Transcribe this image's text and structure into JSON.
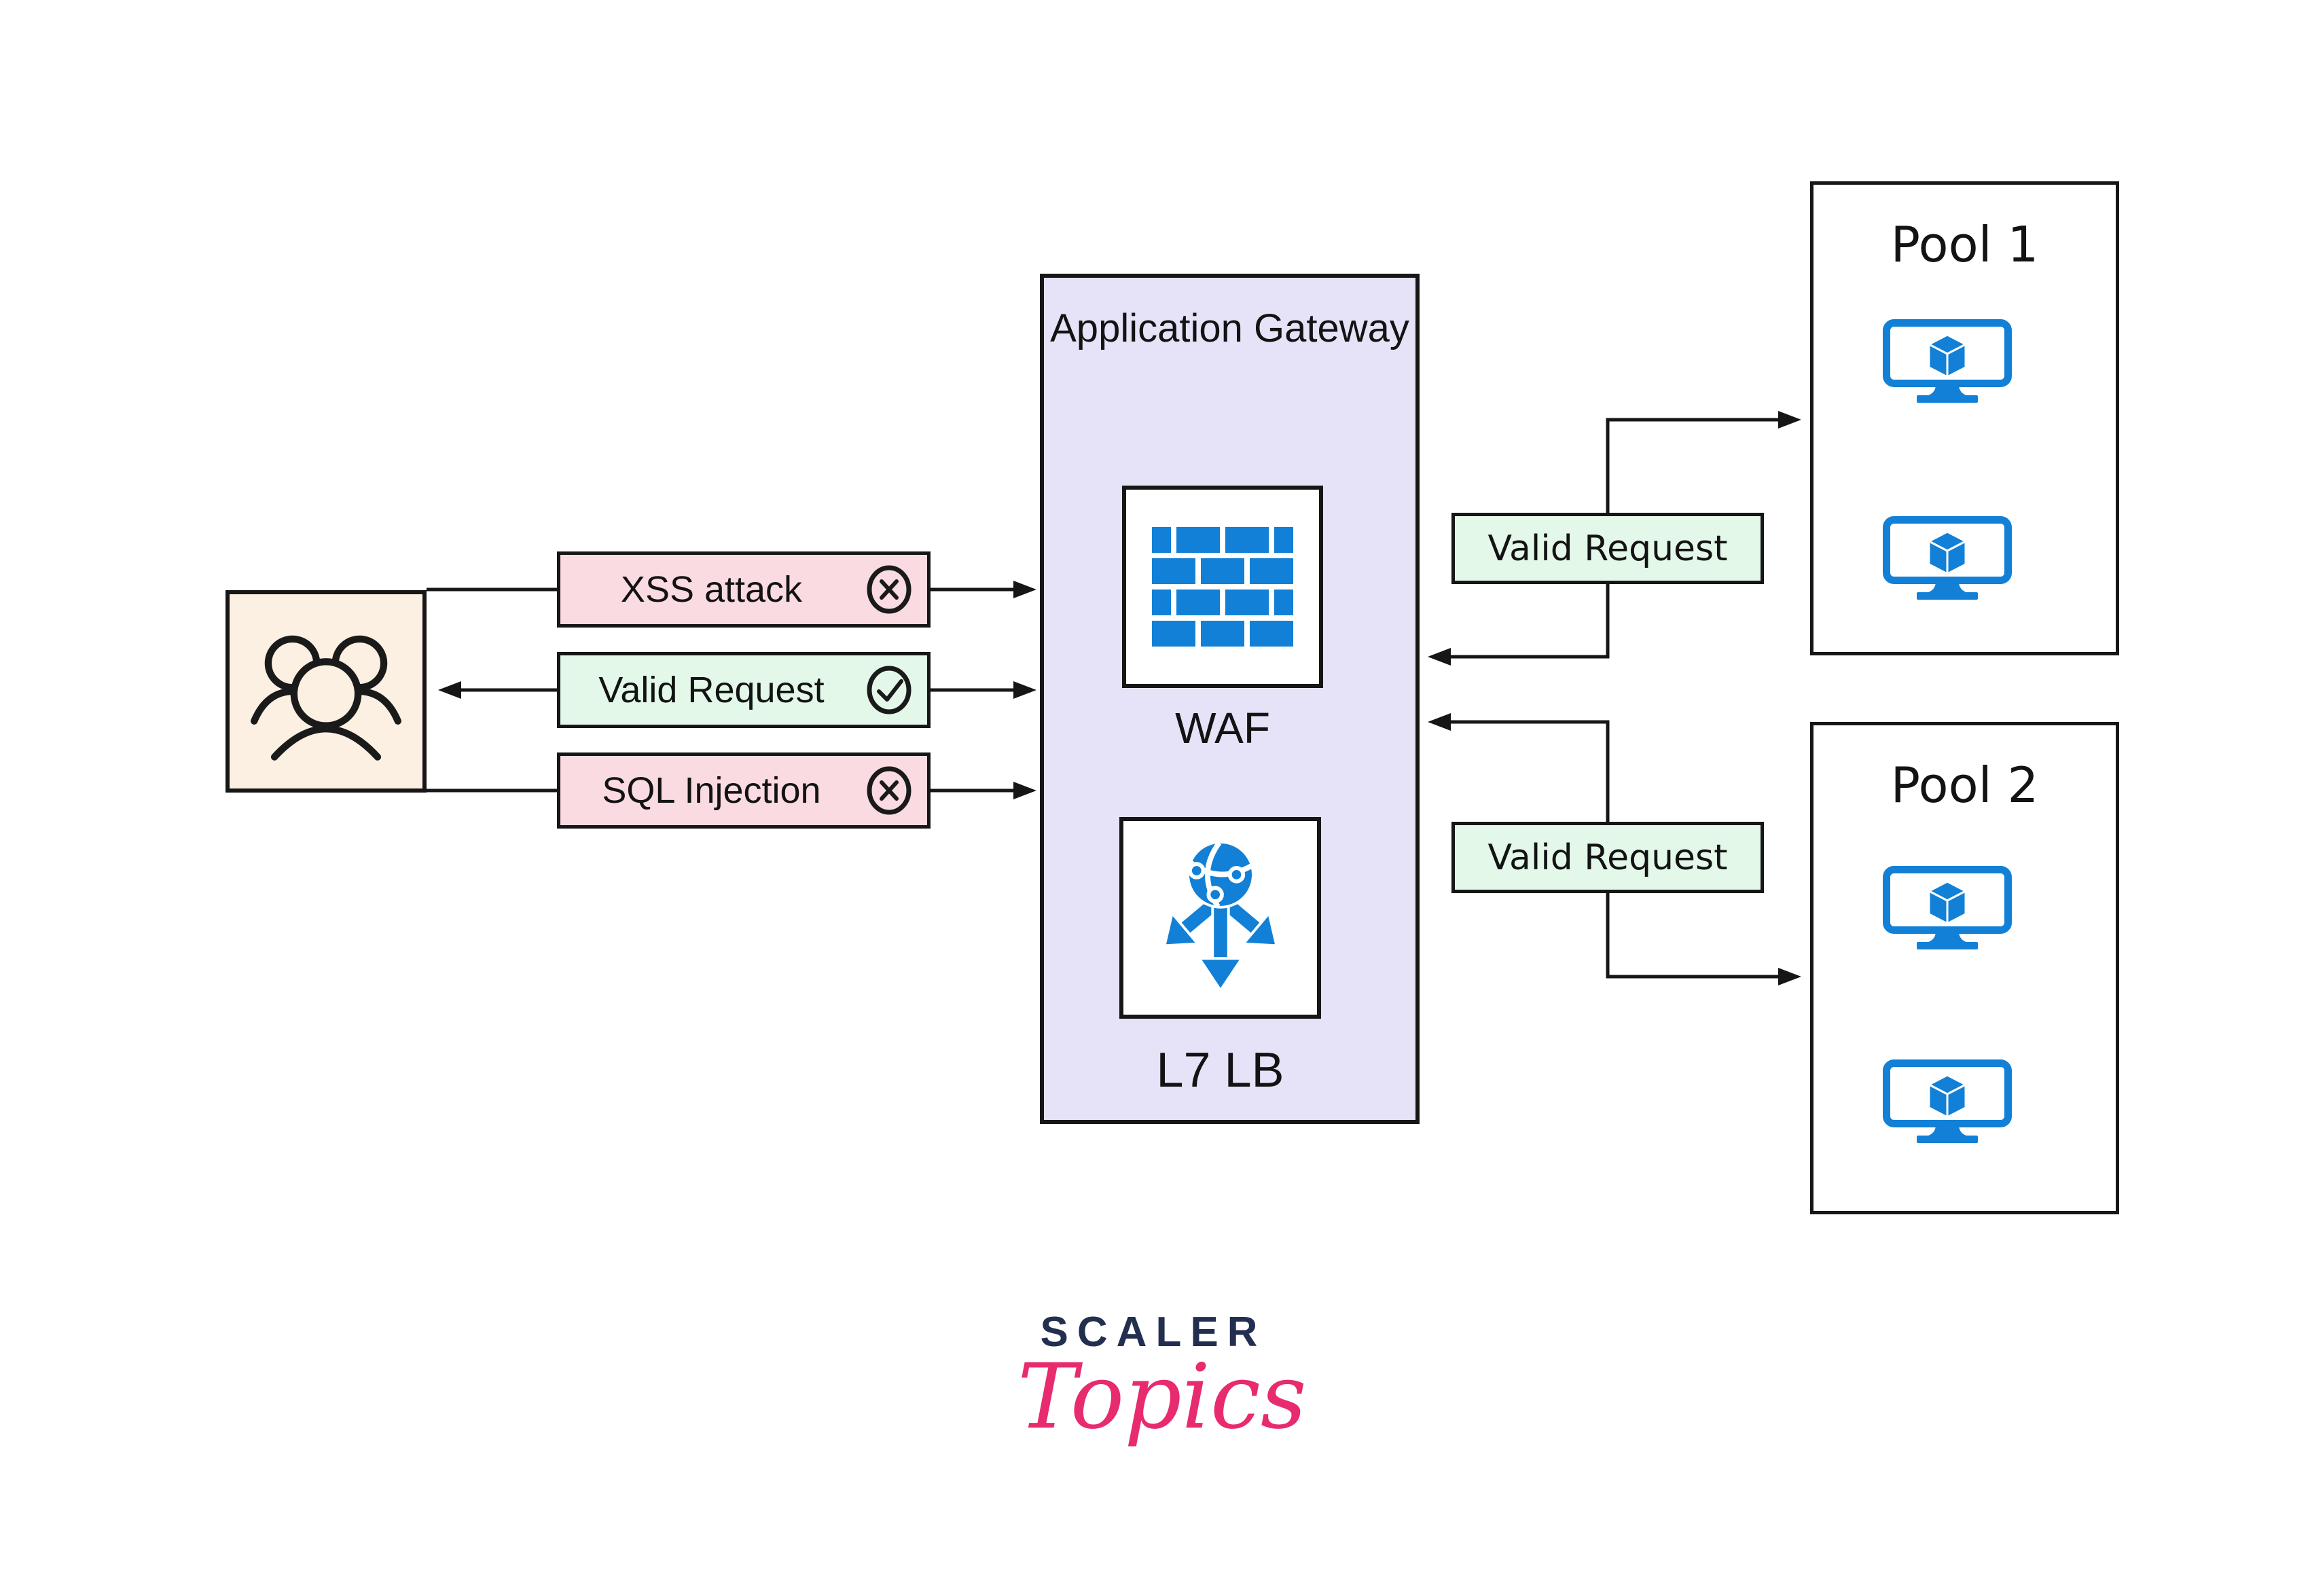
{
  "colors": {
    "background": "#ffffff",
    "line": "#161616",
    "blocked_box_bg": "#fadbe1",
    "valid_box_bg": "#e3f8e8",
    "gateway_bg": "#e6e2f8",
    "user_box_bg": "#fbf0e1",
    "icon_blue": "#1180d6",
    "brand_navy": "#232f4f",
    "brand_pink": "#e82a6f"
  },
  "user_group": {
    "icon": "users-icon"
  },
  "client_requests": [
    {
      "label": "XSS attack",
      "status": "blocked",
      "icon": "circle-x-icon"
    },
    {
      "label": "Valid Request",
      "status": "valid",
      "icon": "circle-check-icon"
    },
    {
      "label": "SQL Injection",
      "status": "blocked",
      "icon": "circle-x-icon"
    }
  ],
  "gateway": {
    "title": "Application Gateway",
    "components": [
      {
        "label": "WAF",
        "icon": "firewall-brick-wall-icon"
      },
      {
        "label": "L7 LB",
        "icon": "load-balancer-globe-icon"
      }
    ]
  },
  "forward_requests": [
    {
      "label": "Valid Request",
      "to": "Pool 1"
    },
    {
      "label": "Valid Request",
      "to": "Pool 2"
    }
  ],
  "pools": [
    {
      "title": "Pool 1",
      "vm_count": 2
    },
    {
      "title": "Pool 2",
      "vm_count": 2
    }
  ],
  "logo": {
    "brand": "SCALER",
    "product": "Topics"
  }
}
